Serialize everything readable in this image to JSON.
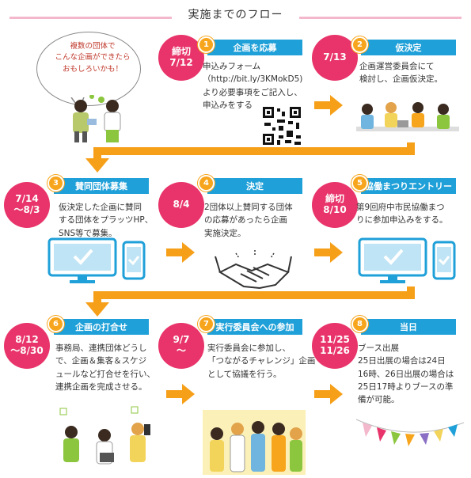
{
  "title": "実施までのフロー",
  "bubble_text": "複数の団体で\nこんな企画ができたら\nおもしろいかも！",
  "steps": [
    {
      "num": "1",
      "label": "企画を応募",
      "date": "締切\n7/12",
      "desc": "申込みフォーム\n（http://bit.ly/3KMokD5)\nより必要事項をご記入し、\n申込みをする"
    },
    {
      "num": "2",
      "label": "仮決定",
      "date": "7/13",
      "desc": "企画運営委員会にて\n検討し、企画仮決定。"
    },
    {
      "num": "3",
      "label": "賛同団体募集",
      "date": "7/14\n～8/3",
      "desc": "仮決定した企画に賛同\nする団体をプラッツHP、\nSNS等で募集。"
    },
    {
      "num": "4",
      "label": "決定",
      "date": "8/4",
      "desc": "2団体以上賛同する団体\nの応募があったら企画\n実施決定。"
    },
    {
      "num": "5",
      "label": "協働まつりエントリー",
      "date": "締切\n8/10",
      "desc": "第9回府中市民協働まつ\nりに参加申込みをする。"
    },
    {
      "num": "6",
      "label": "企画の打合せ",
      "date": "8/12\n～8/30",
      "desc": "事務局、連携団体どうし\nで、企画＆集客＆スケジ\nュールなど打合せを行い、\n連携企画を完成させる。"
    },
    {
      "num": "7",
      "label": "実行委員会への参加",
      "date": "9/7\n～",
      "desc": "実行委員会に参加し、\n「つながるチャレンジ」企画\nとして協議を行う。"
    },
    {
      "num": "8",
      "label": "当日",
      "date": "11/25\n11/26",
      "desc": "ブース出展\n25日出展の場合は24日\n16時、26日出展の場合は\n25日17時よりブースの準\n備が可能。"
    }
  ],
  "colors": {
    "pink": "#e8346a",
    "blue": "#1fa0d8",
    "orange": "#f6a01a",
    "title_line": "#f3b8cc"
  }
}
